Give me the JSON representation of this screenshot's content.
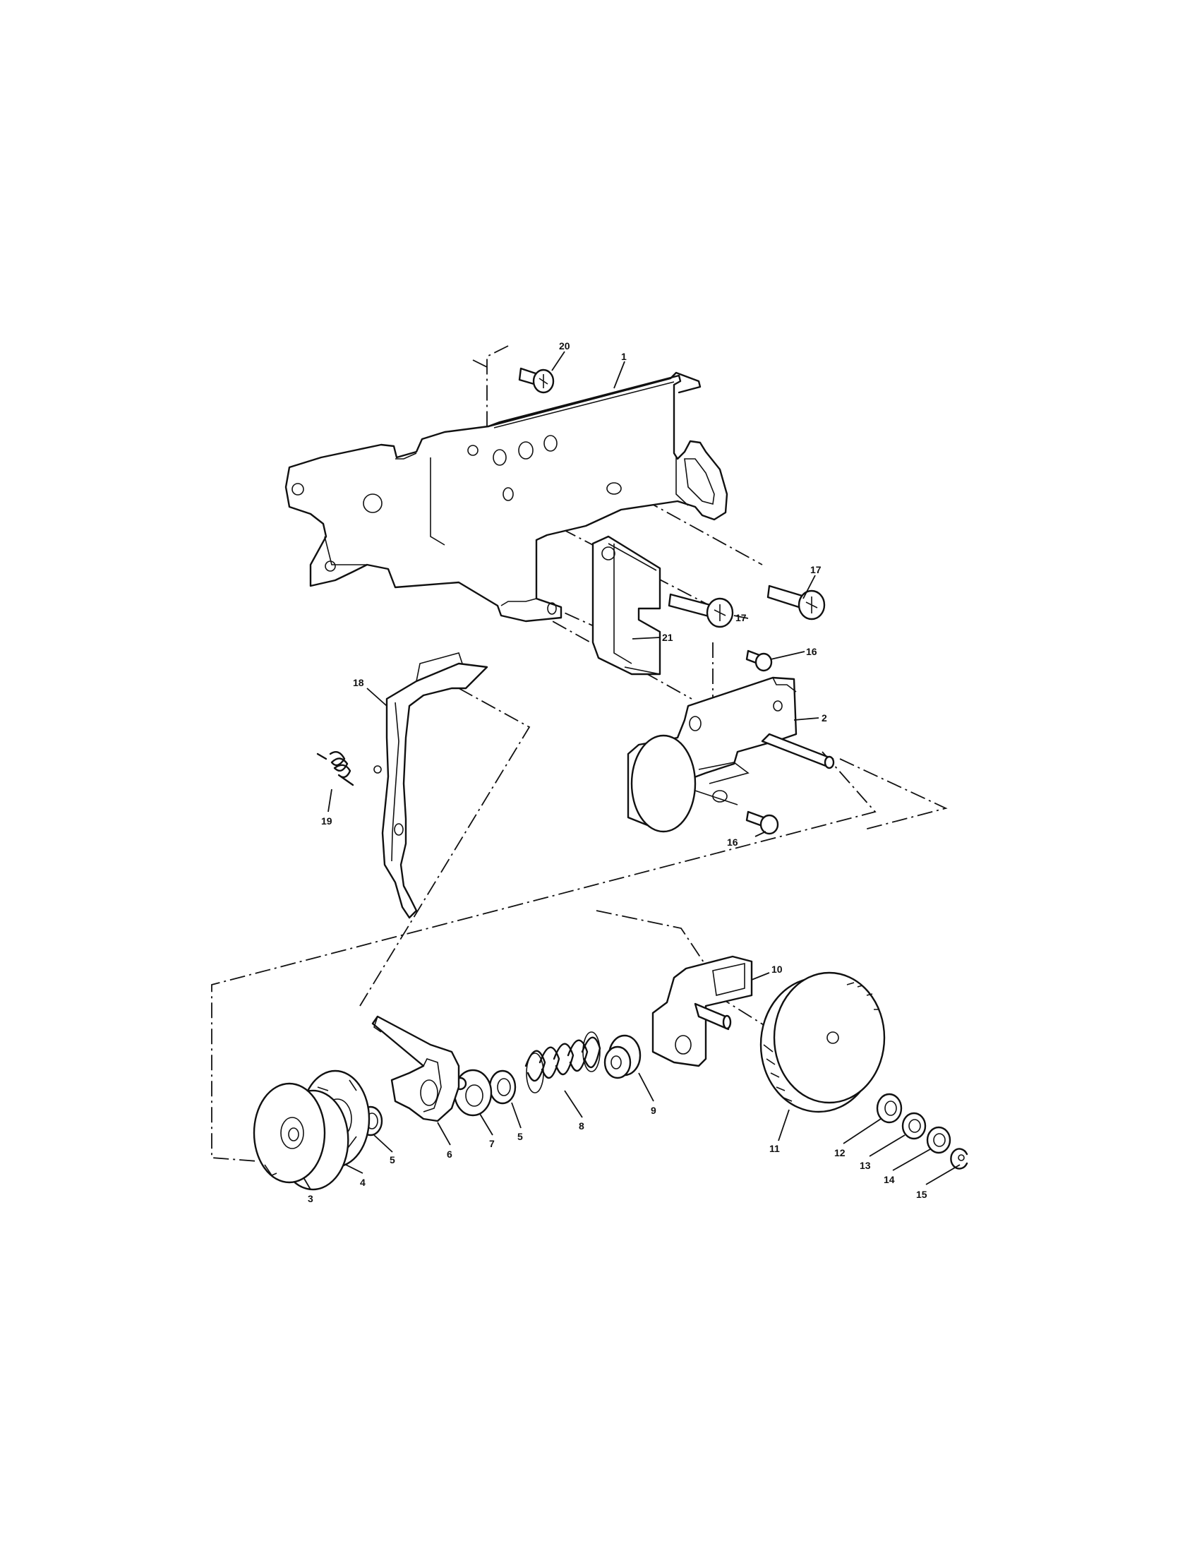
{
  "diagram": {
    "type": "exploded-parts-view",
    "callouts": [
      "1",
      "2",
      "3",
      "4",
      "5",
      "5",
      "6",
      "7",
      "8",
      "9",
      "10",
      "11",
      "12",
      "13",
      "14",
      "15",
      "16",
      "16",
      "17",
      "17",
      "18",
      "19",
      "20",
      "21"
    ]
  }
}
